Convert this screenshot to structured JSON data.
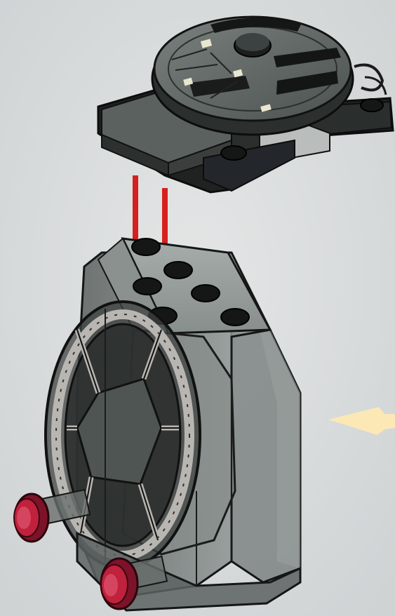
{
  "scene": {
    "type": "building-instruction-step",
    "colors": {
      "background": "#d9dcdd",
      "part_dark": "#202322",
      "part_mid": "#4e5552",
      "part_light": "#7b8280",
      "trans_body": "#6f7674",
      "trans_edge": "#1a1c1b",
      "ring": "#b9b6b2",
      "arrow_red": "#d6201f",
      "arrow_yellow": "#fbe8b4",
      "stud_red": "#c0213c",
      "highlight": "#e9e6cf"
    }
  },
  "parts": [
    {
      "name": "cockpit-top-assembly",
      "icon": "disc-with-plates"
    },
    {
      "name": "transparent-cockpit-body",
      "icon": "round-window-housing"
    },
    {
      "name": "red-round-studs",
      "count": 2
    }
  ],
  "arrows": [
    {
      "name": "red-down-arrow-left",
      "direction": "down"
    },
    {
      "name": "red-down-arrow-right",
      "direction": "down"
    },
    {
      "name": "yellow-left-arrow",
      "direction": "left"
    }
  ]
}
